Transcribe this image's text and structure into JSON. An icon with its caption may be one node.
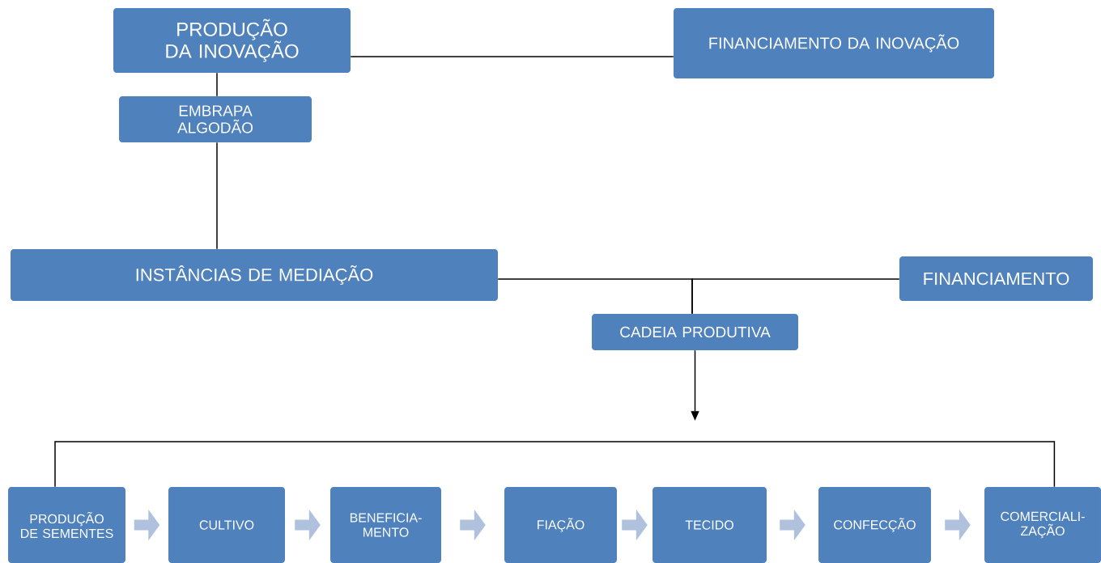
{
  "diagram": {
    "nodes": [
      {
        "text": [
          "PRODUÇÃO DA INOVAÇÃO"
        ]
      },
      {
        "text": [
          "FINANCIAMENTO DA INOVAÇÃO"
        ]
      },
      {
        "text": [
          "EMBRAPA ALGODÃO"
        ]
      },
      {
        "text": [
          "INSTÂNCIAS DE MEDIAÇÃO"
        ]
      },
      {
        "text": [
          "FINANCIAMENTO"
        ]
      },
      {
        "text": [
          "CADEIA PRODUTIVA"
        ]
      },
      {
        "text": [
          "PRODUÇÃO DE SEMENTES"
        ]
      },
      {
        "text": [
          "CULTIVO"
        ]
      },
      {
        "text": [
          "BENEFICIA- MENTO"
        ]
      },
      {
        "text": [
          "FIAÇÃO"
        ]
      },
      {
        "text": [
          "TECIDO"
        ]
      },
      {
        "text": [
          "CONFECÇÃO"
        ]
      },
      {
        "text": [
          "COMERCIALI- ZAÇÃO"
        ]
      }
    ],
    "edges": [
      {
        "from": 0,
        "to": 1,
        "arrow": "none"
      },
      {
        "from": 0,
        "to": 2,
        "arrow": "none"
      },
      {
        "from": 2,
        "to": 3,
        "arrow": "none"
      },
      {
        "from": 3,
        "to": 5,
        "arrow": "none"
      },
      {
        "from": 4,
        "to": 5,
        "arrow": "none"
      },
      {
        "from": 5,
        "to": null,
        "arrow": "to"
      },
      {
        "from": 6,
        "to": 12,
        "arrow": "none"
      },
      {
        "from": 6,
        "to": 7,
        "arrow": "to",
        "style": "thick",
        "color": "#b0c1de"
      },
      {
        "from": 7,
        "to": 8,
        "arrow": "to",
        "style": "thick",
        "color": "#b0c1de"
      },
      {
        "from": 8,
        "to": 9,
        "arrow": "to",
        "style": "thick",
        "color": "#b0c1de"
      },
      {
        "from": 9,
        "to": 10,
        "arrow": "to",
        "style": "thick",
        "color": "#b0c1de"
      },
      {
        "from": 10,
        "to": 11,
        "arrow": "to",
        "style": "thick",
        "color": "#b0c1de"
      },
      {
        "from": 11,
        "to": 12,
        "arrow": "to",
        "style": "thick",
        "color": "#b0c1de"
      }
    ]
  }
}
